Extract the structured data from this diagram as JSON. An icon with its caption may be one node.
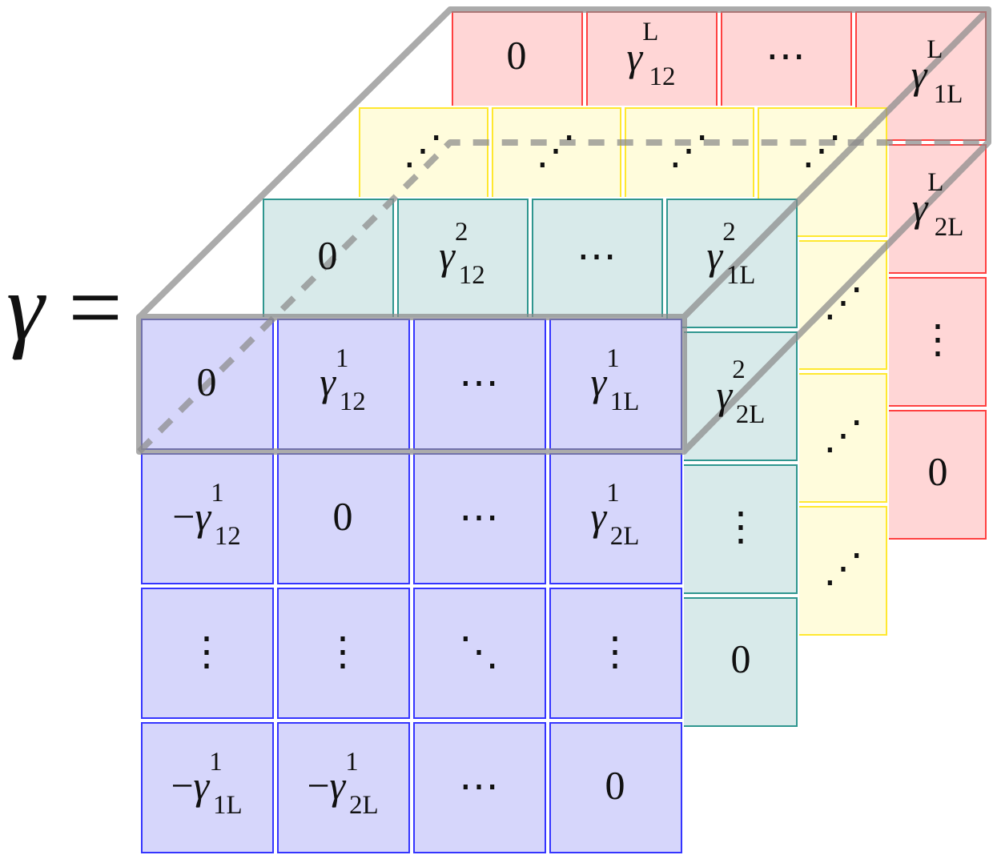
{
  "diagram": {
    "nodes": [
      {
        "text": [
          "0"
        ]
      },
      {
        "text": [
          "*γ*$^{L}$$_{12}$"
        ]
      },
      {
        "text": [
          "⋯"
        ]
      },
      {
        "text": [
          "*γ*$^{L}$$_{1L}$"
        ]
      },
      {
        "text": [
          "*γ*$^{L}$$_{2L}$"
        ]
      },
      {
        "text": [
          "⋮"
        ]
      },
      {
        "text": [
          "0"
        ]
      },
      {
        "text": [
          "⋰"
        ]
      },
      {
        "text": [
          "⋰"
        ]
      },
      {
        "text": [
          "⋰"
        ]
      },
      {
        "text": [
          "⋰"
        ]
      },
      {
        "text": [
          "⋰"
        ]
      },
      {
        "text": [
          "⋰"
        ]
      },
      {
        "text": [
          "⋰"
        ]
      },
      {
        "text": [
          "0"
        ]
      },
      {
        "text": [
          "*γ*$^{2}$$_{12}$"
        ]
      },
      {
        "text": [
          "⋯"
        ]
      },
      {
        "text": [
          "*γ*$^{2}$$_{1L}$"
        ]
      },
      {
        "text": [
          "*γ*$^{2}$$_{2L}$"
        ]
      },
      {
        "text": [
          "⋮"
        ]
      },
      {
        "text": [
          "0"
        ]
      },
      {
        "text": [
          "0"
        ]
      },
      {
        "text": [
          "*γ*$^{1}$$_{12}$"
        ]
      },
      {
        "text": [
          "⋯"
        ]
      },
      {
        "text": [
          "*γ*$^{1}$$_{1L}$"
        ]
      },
      {
        "text": [
          "−*γ*$^{1}$$_{12}$"
        ]
      },
      {
        "text": [
          "0"
        ]
      },
      {
        "text": [
          "⋯"
        ]
      },
      {
        "text": [
          "*γ*$^{1}$$_{2L}$"
        ]
      },
      {
        "text": [
          "⋮"
        ]
      },
      {
        "text": [
          "⋮"
        ]
      },
      {
        "text": [
          "⋱"
        ]
      },
      {
        "text": [
          "⋮"
        ]
      },
      {
        "text": [
          "−*γ*$^{1}$$_{1L}$"
        ]
      },
      {
        "text": [
          "−*γ*$^{1}$$_{2L}$"
        ]
      },
      {
        "text": [
          "⋯"
        ]
      },
      {
        "text": [
          "0"
        ]
      }
    ],
    "labels": [
      "*γ* ="
    ]
  }
}
